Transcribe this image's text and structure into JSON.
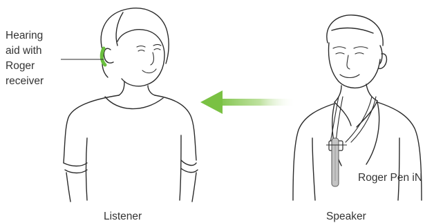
{
  "labels": {
    "hearing_aid": [
      "Hearing",
      "aid with",
      "Roger",
      "receiver"
    ],
    "roger_pen": "Roger Pen iN",
    "listener": "Listener",
    "speaker": "Speaker"
  },
  "colors": {
    "arrow": "#7ac143",
    "hearing_aid": "#6abf3e",
    "line": "#2a2a2a",
    "text": "#333333"
  }
}
